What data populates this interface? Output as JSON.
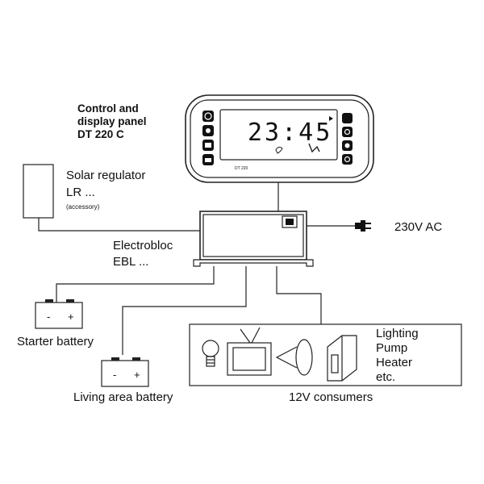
{
  "panel": {
    "title_line1": "Control and",
    "title_line2": "display panel",
    "title_line3": "DT 220 C",
    "clock": "23:45",
    "model_label": "DT 220"
  },
  "solar": {
    "line1": "Solar regulator",
    "line2": "LR ...",
    "line3": "(accessory)"
  },
  "electrobloc": {
    "line1": "Electrobloc",
    "line2": "EBL ..."
  },
  "mains": {
    "label": "230V AC"
  },
  "starter_battery": {
    "label": "Starter battery",
    "minus": "-",
    "plus": "+"
  },
  "living_battery": {
    "label": "Living area battery",
    "minus": "-",
    "plus": "+"
  },
  "consumers": {
    "label": "12V consumers",
    "list": [
      "Lighting",
      "Pump",
      "Heater",
      "etc."
    ]
  }
}
